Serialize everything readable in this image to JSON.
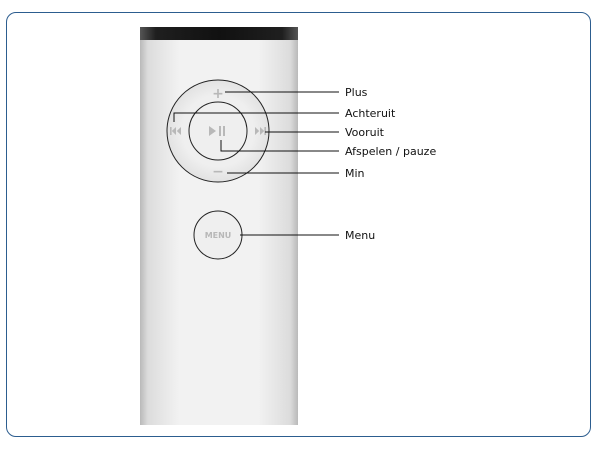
{
  "buttons": {
    "plus_symbol": "+",
    "minus_symbol": "−",
    "menu_text": "MENU"
  },
  "callouts": {
    "plus": "Plus",
    "back": "Achteruit",
    "forward": "Vooruit",
    "play_pause": "Afspelen / pauze",
    "minus": "Min",
    "menu": "Menu"
  },
  "icons": {
    "rewind": "rewind-icon",
    "fast_forward": "fast-forward-icon",
    "play_pause": "play-pause-icon"
  },
  "colors": {
    "frame_border": "#2c5d8f",
    "remote_body": "#ededed",
    "remote_top_cap": "#1a1a1a",
    "button_symbol": "#b8b8b8",
    "callout_line": "#111111"
  }
}
